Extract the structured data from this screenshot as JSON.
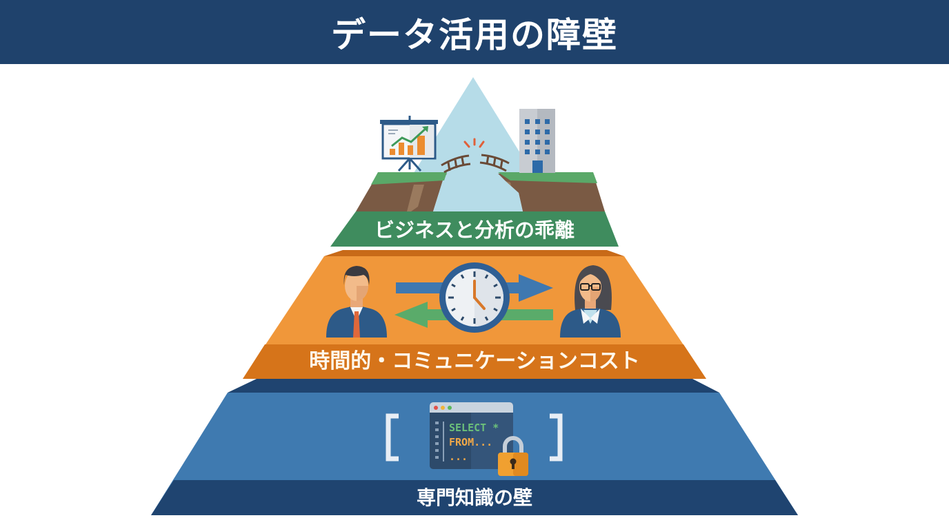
{
  "title": "データ活用の障壁",
  "colors": {
    "title_bg": "#1f426c",
    "green_tier": "#3f8c5e",
    "green_top": "#5aa868",
    "cliff_brown": "#7a5a44",
    "sky_blue": "#b6dce8",
    "orange_tier": "#f0973a",
    "orange_label": "#d6741a",
    "blue_tier": "#3f7ab0",
    "blue_dark": "#1f4470"
  },
  "pyramid": {
    "tiers": [
      {
        "position": "top",
        "label": "ビジネスと分析の乖離",
        "illustration": [
          "presentation-chart-icon",
          "broken-bridge-icon",
          "office-building-icon",
          "mountain-peak"
        ]
      },
      {
        "position": "middle",
        "label": "時間的・コミュニケーションコスト",
        "illustration": [
          "businessman-avatar",
          "arrow-right-icon",
          "clock-icon",
          "arrow-left-icon",
          "businesswoman-avatar"
        ]
      },
      {
        "position": "bottom",
        "label": "専門知識の壁",
        "illustration": [
          "code-window-icon",
          "padlock-icon"
        ],
        "code_lines": [
          "SELECT *",
          "FROM...",
          "..."
        ],
        "brackets": [
          "[",
          "]"
        ]
      }
    ]
  }
}
